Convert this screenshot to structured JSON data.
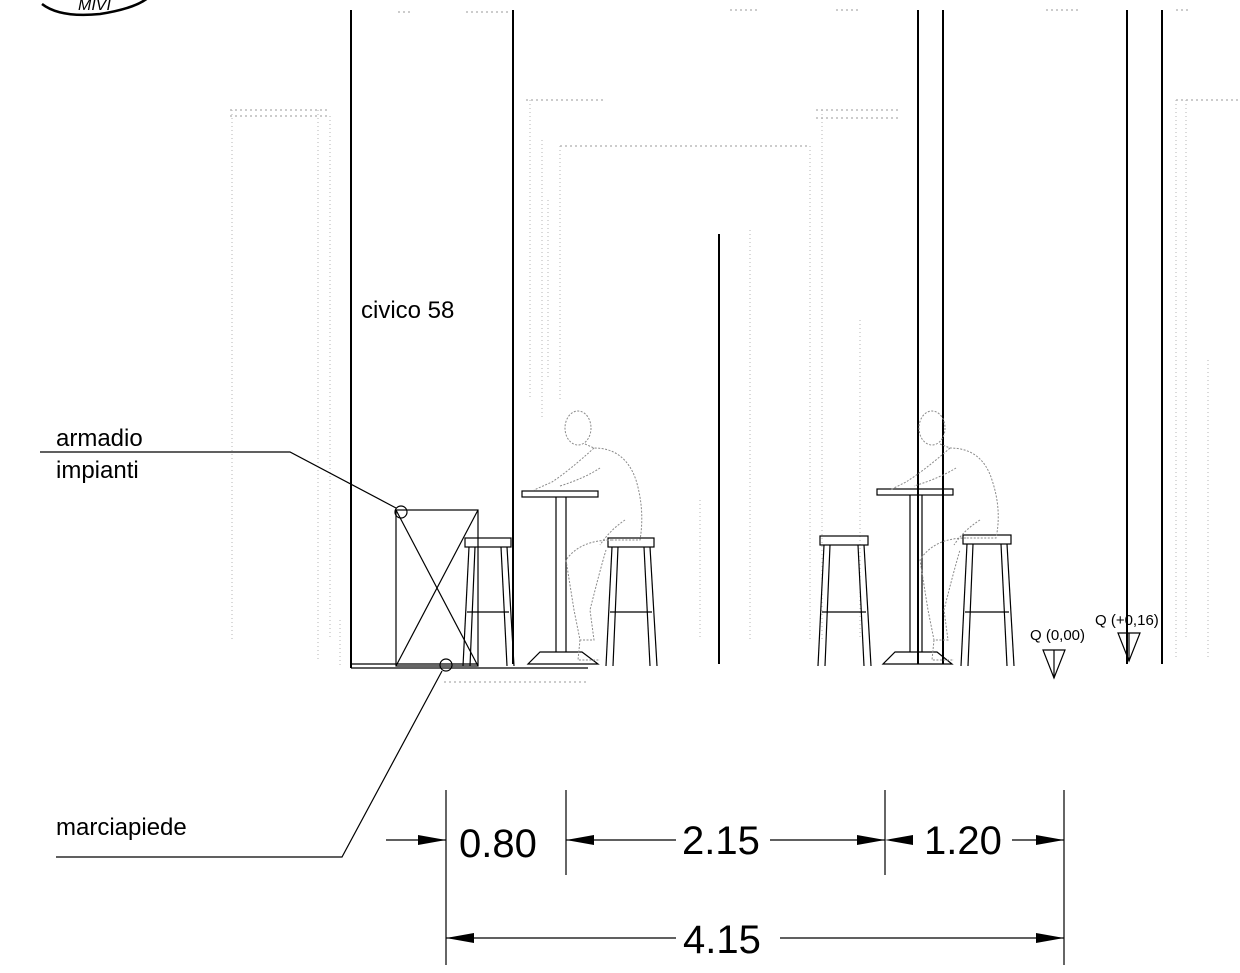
{
  "labels": {
    "civico": "civico 58",
    "armadio_line1": "armadio",
    "armadio_line2": "impianti",
    "marciapiede": "marciapiede",
    "level_0": "Q (0,00)",
    "level_1": "Q (+0,16)",
    "logo_fragment": "MIVI"
  },
  "dimensions": {
    "d1": "0.80",
    "d2": "2.15",
    "d3": "1.20",
    "total": "4.15"
  }
}
